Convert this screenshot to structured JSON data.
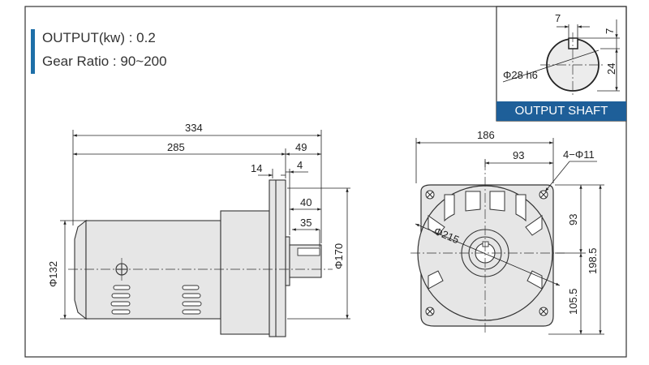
{
  "specs": {
    "output": "OUTPUT(kw) : 0.2",
    "gear_ratio": "Gear Ratio : 90~200"
  },
  "shaft_inset": {
    "caption": "OUTPUT SHAFT",
    "key_width": "7",
    "key_depth": "7",
    "key_height": "24",
    "diameter": "Φ28 h6"
  },
  "side_view": {
    "overall_length": "334",
    "body_length": "285",
    "flange_to_end": "49",
    "flange_thickness": "14",
    "pilot_length": "4",
    "shaft_length": "40",
    "key_length": "35",
    "motor_diameter": "Φ132",
    "flange_diameter": "Φ170"
  },
  "front_view": {
    "width": "186",
    "half_width": "93",
    "holes": "4−Φ11",
    "bolt_circle": "Φ215",
    "upper_height": "93",
    "overall_height": "198.5",
    "center_height": "105.5"
  },
  "colors": {
    "accent": "#1e6fa8",
    "caption_bg": "#1e5f99",
    "motor_fill": "#e6e6e6",
    "line": "#222222"
  }
}
